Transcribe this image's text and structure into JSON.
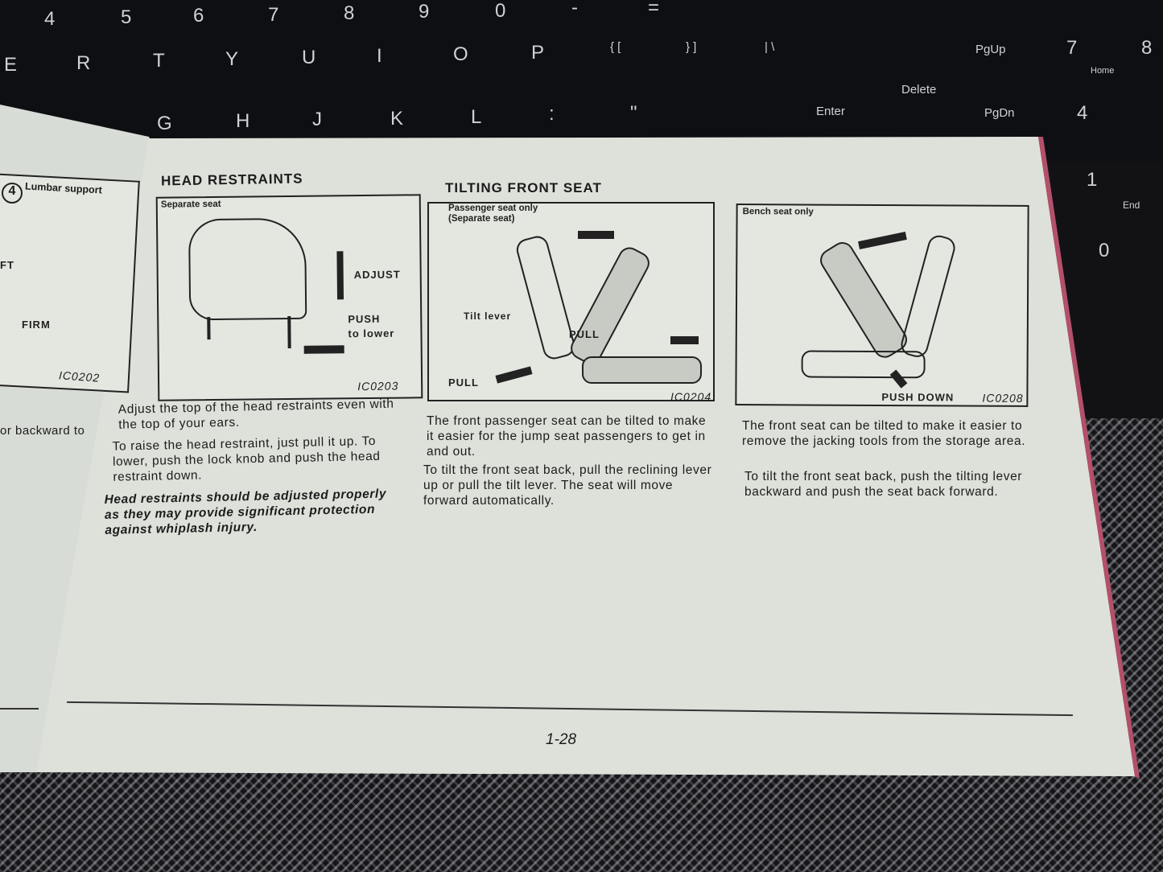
{
  "keyboard": {
    "keys": [
      "4",
      "5",
      "6",
      "7",
      "8",
      "9",
      "0",
      "-",
      "=",
      "E",
      "R",
      "T",
      "Y",
      "U",
      "I",
      "O",
      "P",
      "{ [",
      "} ]",
      "| \\",
      "G",
      "H",
      "J",
      "K",
      "L",
      ":",
      "\"",
      "Enter",
      "Delete",
      "PgUp",
      "PgDn",
      "7",
      "Home",
      "8",
      "4",
      "1",
      "End",
      "0"
    ]
  },
  "left_page": {
    "badge": "4",
    "heading": "Lumbar support",
    "labels": [
      "FT",
      "FIRM"
    ],
    "code": "IC0202",
    "text": "or  backward  to"
  },
  "head_restraints": {
    "title": "HEAD RESTRAINTS",
    "figure_caption": "Separate seat",
    "labels": {
      "adjust": "ADJUST",
      "push": "PUSH",
      "to_lower": "to lower"
    },
    "code": "IC0203",
    "p1": "Adjust the top of the head restraints even with the top of your ears.",
    "p2": "To raise the head restraint, just pull it up. To lower, push the lock knob and push the head restraint down.",
    "p3": "Head restraints should be adjusted properly as they may provide significant protection against whiplash injury."
  },
  "tilting": {
    "title": "TILTING FRONT SEAT",
    "figure_caption_1": "Passenger seat only",
    "figure_caption_2": "(Separate seat)",
    "labels": {
      "tilt_lever": "Tilt lever",
      "pull_top": "PULL",
      "pull_bottom": "PULL"
    },
    "code": "IC0204",
    "p1": "The front passenger seat can be tilted to make it easier for the jump seat passengers to get in and out.",
    "p2": "To tilt the front seat back, pull the reclining lever up or pull the tilt lever. The seat will move forward automatically."
  },
  "bench": {
    "figure_caption": "Bench seat only",
    "labels": {
      "push_down": "PUSH DOWN"
    },
    "code": "IC0208",
    "p1": "The front seat can be tilted to make it easier to remove the jacking tools from the storage area.",
    "p2": "To tilt the front seat back, push the tilting lever backward and push the seat back forward."
  },
  "page_number": "1-28"
}
